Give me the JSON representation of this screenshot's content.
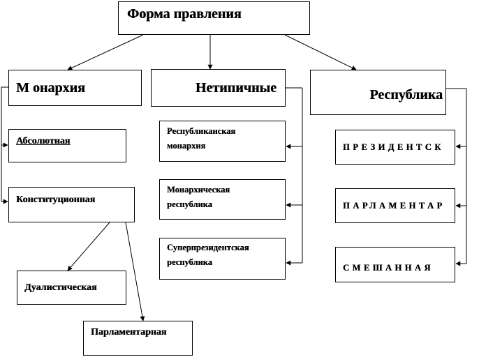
{
  "diagram": {
    "root": {
      "label": "Форма правления"
    },
    "monarchy": {
      "label": "М онархия"
    },
    "atypical": {
      "label": "Нетипичные"
    },
    "republic": {
      "label": "Республика"
    },
    "absolute": {
      "label": "Абсолютная"
    },
    "constitutional": {
      "label": "Конституционная"
    },
    "dualistic": {
      "label": "Дуалистическая"
    },
    "parliamentary_monarchy": {
      "label": "Парламентарная"
    },
    "republican_monarchy": {
      "label": "Республиканская монархия"
    },
    "monarchic_republic": {
      "label": "Монархическая республика"
    },
    "superpresidential_republic": {
      "label": "Суперпрезидентская республика"
    },
    "presidential": {
      "label": "ПРЕЗИДЕНТСК"
    },
    "parliamentary_republic": {
      "label": "ПАРЛАМЕНТАР"
    },
    "mixed": {
      "label": "СМЕШАННАЯ"
    }
  }
}
